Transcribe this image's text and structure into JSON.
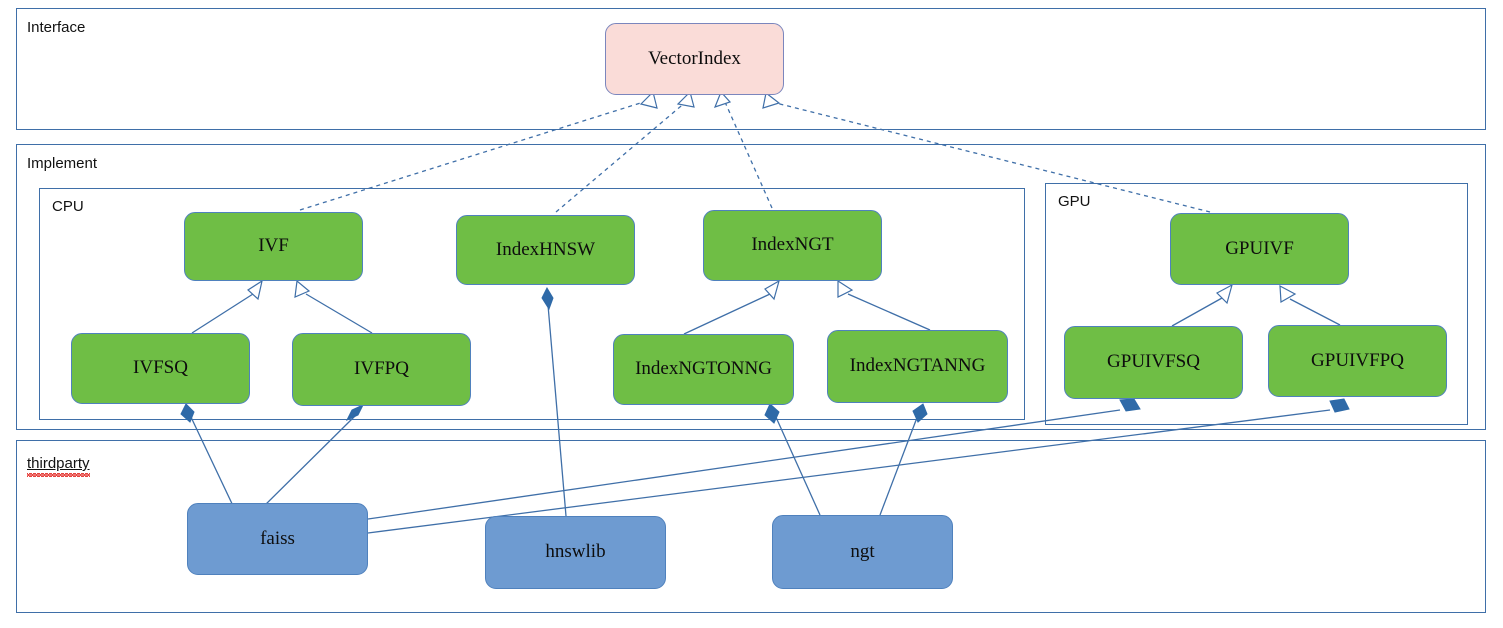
{
  "diagram": {
    "type": "uml-class-diagram",
    "packages": [
      {
        "id": "interface",
        "label": "Interface"
      },
      {
        "id": "implement",
        "label": "Implement"
      },
      {
        "id": "thirdparty",
        "label": "thirdparty",
        "spellcheck_underline": true
      }
    ],
    "subpackages": [
      {
        "id": "cpu",
        "label": "CPU",
        "parent": "implement"
      },
      {
        "id": "gpu",
        "label": "GPU",
        "parent": "implement"
      }
    ],
    "nodes": [
      {
        "id": "vectorindex",
        "label": "VectorIndex",
        "group": "interface",
        "color": "#fadcd8"
      },
      {
        "id": "ivf",
        "label": "IVF",
        "group": "cpu",
        "color": "#6fbe45"
      },
      {
        "id": "indexhnsw",
        "label": "IndexHNSW",
        "group": "cpu",
        "color": "#6fbe45"
      },
      {
        "id": "indexngt",
        "label": "IndexNGT",
        "group": "cpu",
        "color": "#6fbe45"
      },
      {
        "id": "ivfsq",
        "label": "IVFSQ",
        "group": "cpu",
        "color": "#6fbe45"
      },
      {
        "id": "ivfpq",
        "label": "IVFPQ",
        "group": "cpu",
        "color": "#6fbe45"
      },
      {
        "id": "indexngtonng",
        "label": "IndexNGTONNG",
        "group": "cpu",
        "color": "#6fbe45"
      },
      {
        "id": "indexngtanng",
        "label": "IndexNGTANNG",
        "group": "cpu",
        "color": "#6fbe45"
      },
      {
        "id": "gpuivf",
        "label": "GPUIVF",
        "group": "gpu",
        "color": "#6fbe45"
      },
      {
        "id": "gpuivfsq",
        "label": "GPUIVFSQ",
        "group": "gpu",
        "color": "#6fbe45"
      },
      {
        "id": "gpuivfpq",
        "label": "GPUIVFPQ",
        "group": "gpu",
        "color": "#6fbe45"
      },
      {
        "id": "faiss",
        "label": "faiss",
        "group": "thirdparty",
        "color": "#6e9bd1"
      },
      {
        "id": "hnswlib",
        "label": "hnswlib",
        "group": "thirdparty",
        "color": "#6e9bd1"
      },
      {
        "id": "ngt",
        "label": "ngt",
        "group": "thirdparty",
        "color": "#6e9bd1"
      }
    ],
    "edges": [
      {
        "from": "ivf",
        "to": "vectorindex",
        "kind": "realization"
      },
      {
        "from": "indexhnsw",
        "to": "vectorindex",
        "kind": "realization"
      },
      {
        "from": "indexngt",
        "to": "vectorindex",
        "kind": "realization"
      },
      {
        "from": "gpuivf",
        "to": "vectorindex",
        "kind": "realization"
      },
      {
        "from": "ivfsq",
        "to": "ivf",
        "kind": "inheritance"
      },
      {
        "from": "ivfpq",
        "to": "ivf",
        "kind": "inheritance"
      },
      {
        "from": "indexngtonng",
        "to": "indexngt",
        "kind": "inheritance"
      },
      {
        "from": "indexngtanng",
        "to": "indexngt",
        "kind": "inheritance"
      },
      {
        "from": "gpuivfsq",
        "to": "gpuivf",
        "kind": "inheritance"
      },
      {
        "from": "gpuivfpq",
        "to": "gpuivf",
        "kind": "inheritance"
      },
      {
        "from": "faiss",
        "to": "ivfsq",
        "kind": "aggregation"
      },
      {
        "from": "faiss",
        "to": "ivfpq",
        "kind": "aggregation"
      },
      {
        "from": "faiss",
        "to": "gpuivfsq",
        "kind": "aggregation"
      },
      {
        "from": "faiss",
        "to": "gpuivfpq",
        "kind": "aggregation"
      },
      {
        "from": "hnswlib",
        "to": "indexhnsw",
        "kind": "aggregation"
      },
      {
        "from": "ngt",
        "to": "indexngtonng",
        "kind": "aggregation"
      },
      {
        "from": "ngt",
        "to": "indexngtanng",
        "kind": "aggregation"
      }
    ],
    "colors": {
      "interface_fill": "#fadcd8",
      "implement_fill": "#6fbe45",
      "thirdparty_fill": "#6e9bd1",
      "border": "#4f81bd",
      "line": "#3f6fa8",
      "spell_underline": "#e53935"
    }
  }
}
